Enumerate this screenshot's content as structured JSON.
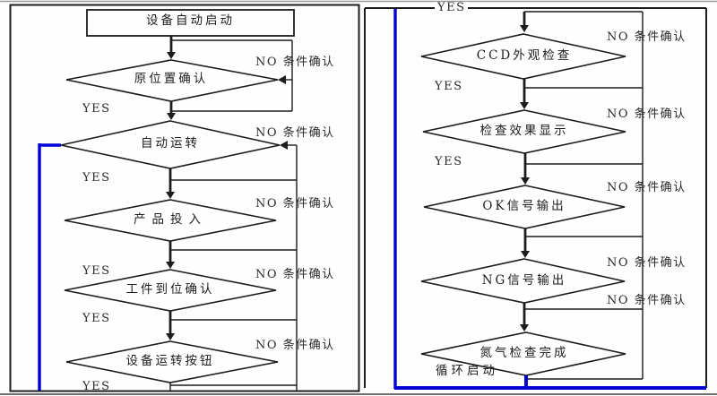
{
  "diagram": {
    "labels": {
      "yes": "YES",
      "no": "NO 条件确认"
    },
    "left": {
      "start": "设备自动启动",
      "nodes": [
        "原位置确认",
        "自动运转",
        "产品投入",
        "工件到位确认",
        "设备运转按钮"
      ]
    },
    "right": {
      "nodes": [
        "CCD外观检查",
        "检查效果显示",
        "OK信号输出",
        "NG信号输出",
        "氮气检查完成"
      ],
      "cycle": "循环启动"
    },
    "colors": {
      "line": "#1c1c1c",
      "loop_line": "#0000d6"
    }
  }
}
